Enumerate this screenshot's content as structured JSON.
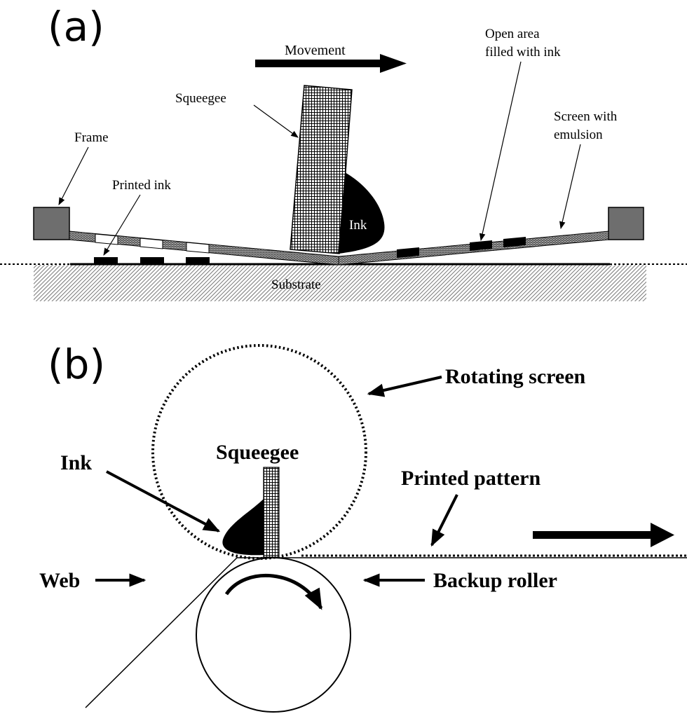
{
  "panels": {
    "a": {
      "label": "(a)",
      "annotations": {
        "movement": "Movement",
        "squeegee": "Squeegee",
        "open_area_line1": "Open area",
        "open_area_line2": "filled with ink",
        "frame": "Frame",
        "screen_line1": "Screen with",
        "screen_line2": "emulsion",
        "printed_ink": "Printed ink",
        "ink": "Ink",
        "substrate": "Substrate"
      }
    },
    "b": {
      "label": "(b)",
      "annotations": {
        "rotating_screen": "Rotating screen",
        "squeegee": "Squeegee",
        "ink": "Ink",
        "printed_pattern": "Printed pattern",
        "web": "Web",
        "backup_roller": "Backup roller"
      }
    }
  },
  "colors": {
    "frame_fill": "#6e6e6e",
    "ink": "#000000",
    "substrate_hatch": "#555555",
    "screen_open": "#ffffff"
  }
}
